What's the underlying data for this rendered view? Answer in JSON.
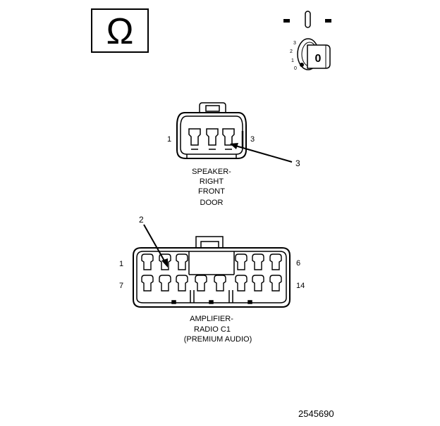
{
  "ohm_symbol": "Ω",
  "ignition": {
    "positions": [
      "3",
      "2",
      "1",
      "0"
    ],
    "key_label": "0"
  },
  "speaker_connector": {
    "pin_left": "1",
    "pin_right": "3",
    "callout": "3",
    "caption": [
      "SPEAKER-",
      "RIGHT",
      "FRONT",
      "DOOR"
    ]
  },
  "amplifier_connector": {
    "callout": "2",
    "pin_top_left": "1",
    "pin_top_right": "6",
    "pin_bottom_left": "7",
    "pin_bottom_right": "14",
    "caption": [
      "AMPLIFIER-",
      "RADIO C1",
      "(PREMIUM AUDIO)"
    ]
  },
  "figure_number": "2545690",
  "colors": {
    "line": "#000000",
    "background": "#ffffff"
  }
}
